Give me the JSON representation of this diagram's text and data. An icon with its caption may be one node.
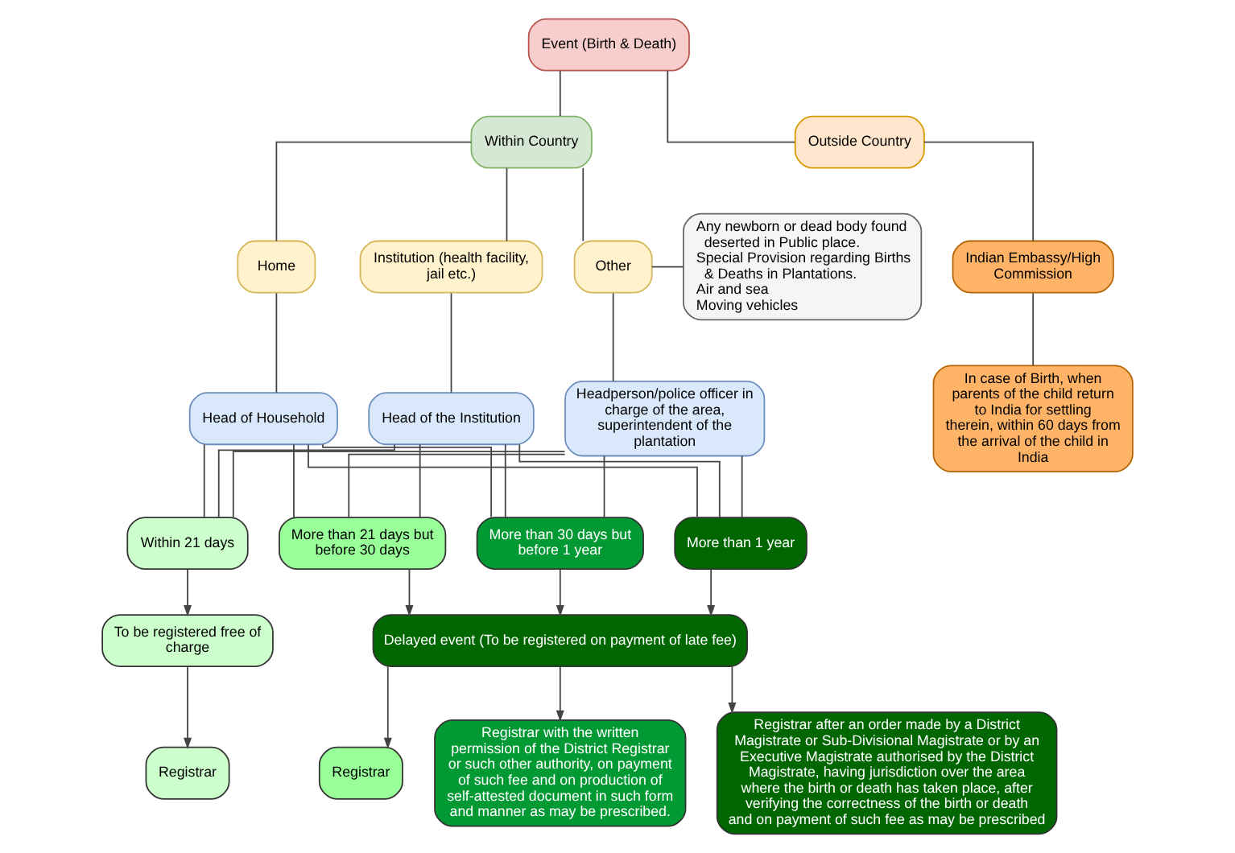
{
  "diagram": {
    "nodes": [
      {
        "text": [
          "Event (Birth & Death)"
        ]
      },
      {
        "text": [
          "Within Country"
        ]
      },
      {
        "text": [
          "Outside Country"
        ]
      },
      {
        "text": [
          "Home"
        ]
      },
      {
        "text": [
          "Institution (health facility, jail etc.)"
        ]
      },
      {
        "text": [
          "Other"
        ]
      },
      {
        "text": [
          "Any newborn or dead body found deserted in Public place.",
          "Special Provision regarding Births & Deaths in Plantations.",
          "Air and sea",
          "Moving vehicles"
        ]
      },
      {
        "text": [
          "Head of Household"
        ]
      },
      {
        "text": [
          "Head of the Institution"
        ]
      },
      {
        "text": [
          "Headperson/police officer in charge of the area, superintendent of the plantation"
        ]
      },
      {
        "text": [
          "Within 21 days"
        ]
      },
      {
        "text": [
          "More than 21 days but before 30 days"
        ]
      },
      {
        "text": [
          "More than 30 days but before 1 year"
        ]
      },
      {
        "text": [
          "More than 1 year"
        ]
      },
      {
        "text": [
          "To be registered free of charge"
        ]
      },
      {
        "text": [
          "Delayed event (To be registered on payment of late fee)"
        ]
      },
      {
        "text": [
          "Registrar"
        ]
      },
      {
        "text": [
          "Registrar"
        ]
      },
      {
        "text": [
          "Registrar with the written permission of the District Registrar or such other authority, on payment of such fee and on production of self-attested document in such form and manner as may be prescribed."
        ]
      },
      {
        "text": [
          "Registrar after an order made by a District Magistrate or Sub-Divisional Magistrate or by an Executive Magistrate authorised by the District Magistrate, having jurisdiction over the area where the birth or death has taken place, after verifying the correctness of the birth or death and on payment of such fee as may be prescribed"
        ]
      },
      {
        "text": [
          "Indian Embassy/High Commission"
        ]
      },
      {
        "text": [
          "In case of Birth, when parents of the child return to India for settling therein, within 60 days from the arrival of the child in India"
        ]
      }
    ],
    "edges": [
      {
        "from": 0,
        "to": 1,
        "arrow": "none"
      },
      {
        "from": 0,
        "to": 2,
        "arrow": "none"
      },
      {
        "from": 1,
        "to": 3,
        "arrow": "none"
      },
      {
        "from": 1,
        "to": 4,
        "arrow": "none"
      },
      {
        "from": 1,
        "to": 5,
        "arrow": "none"
      },
      {
        "from": 5,
        "to": 6,
        "arrow": "none"
      },
      {
        "from": 3,
        "to": 7,
        "arrow": "none"
      },
      {
        "from": 4,
        "to": 8,
        "arrow": "none"
      },
      {
        "from": 5,
        "to": 9,
        "arrow": "none"
      },
      {
        "from": 7,
        "to": 10,
        "arrow": "none"
      },
      {
        "from": 7,
        "to": 11,
        "arrow": "none"
      },
      {
        "from": 7,
        "to": 12,
        "arrow": "none"
      },
      {
        "from": 7,
        "to": 13,
        "arrow": "none"
      },
      {
        "from": 8,
        "to": 10,
        "arrow": "none"
      },
      {
        "from": 8,
        "to": 11,
        "arrow": "none"
      },
      {
        "from": 8,
        "to": 12,
        "arrow": "none"
      },
      {
        "from": 8,
        "to": 13,
        "arrow": "none"
      },
      {
        "from": 9,
        "to": 10,
        "arrow": "none"
      },
      {
        "from": 9,
        "to": 11,
        "arrow": "none"
      },
      {
        "from": 9,
        "to": 12,
        "arrow": "none"
      },
      {
        "from": 9,
        "to": 13,
        "arrow": "none"
      },
      {
        "from": 10,
        "to": 14,
        "arrow": "to"
      },
      {
        "from": 11,
        "to": 15,
        "arrow": "to"
      },
      {
        "from": 12,
        "to": 15,
        "arrow": "to"
      },
      {
        "from": 13,
        "to": 15,
        "arrow": "to"
      },
      {
        "from": 14,
        "to": 16,
        "arrow": "to"
      },
      {
        "from": 15,
        "to": 17,
        "arrow": "to"
      },
      {
        "from": 15,
        "to": 18,
        "arrow": "to"
      },
      {
        "from": 15,
        "to": 19,
        "arrow": "to"
      },
      {
        "from": 2,
        "to": 20,
        "arrow": "none"
      },
      {
        "from": 20,
        "to": 21,
        "arrow": "none"
      }
    ]
  }
}
